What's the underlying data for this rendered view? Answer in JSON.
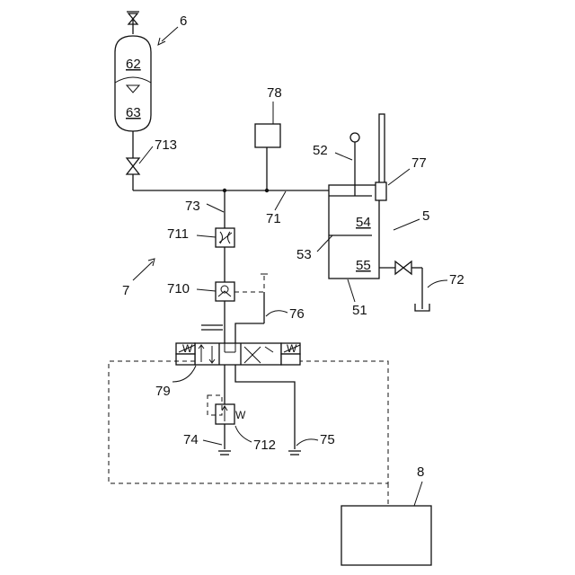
{
  "labels": {
    "n6": "6",
    "n62": "62",
    "n63": "63",
    "n713": "713",
    "n78": "78",
    "n52": "52",
    "n77": "77",
    "n54": "54",
    "n5": "5",
    "n53": "53",
    "n55": "55",
    "n72": "72",
    "n73": "73",
    "n71": "71",
    "n711": "711",
    "n7": "7",
    "n710": "710",
    "n51": "51",
    "n76": "76",
    "n79": "79",
    "n74": "74",
    "n712": "712",
    "n75": "75",
    "n8": "8",
    "w": "W"
  }
}
